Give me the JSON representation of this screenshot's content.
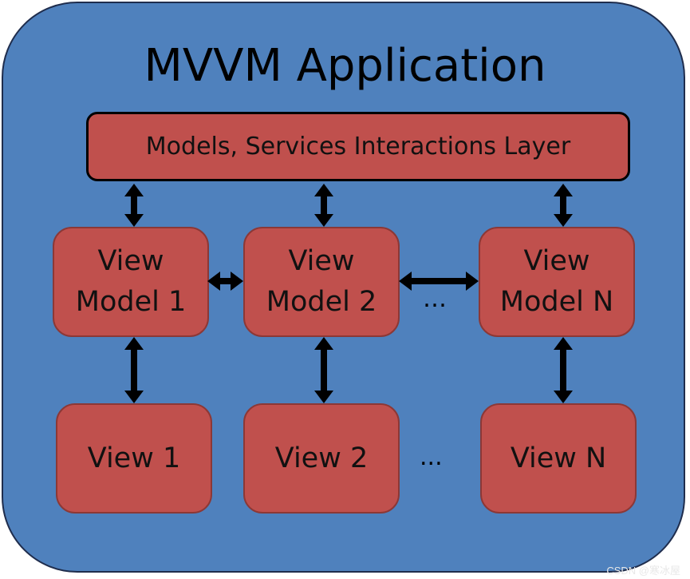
{
  "title": "MVVM Application",
  "layer_label": "Models, Services Interactions Layer",
  "view_models": [
    {
      "line1": "View",
      "line2": "Model 1"
    },
    {
      "line1": "View",
      "line2": "Model 2"
    },
    {
      "line1": "View",
      "line2": "Model N"
    }
  ],
  "views": [
    "View 1",
    "View 2",
    "View N"
  ],
  "ellipsis": "…",
  "ellipsis_bottom": "...",
  "watermark": "CSDN @寒冰屋",
  "colors": {
    "background": "#4f81bd",
    "box_fill": "#c0504d",
    "arrow": "#000000"
  }
}
